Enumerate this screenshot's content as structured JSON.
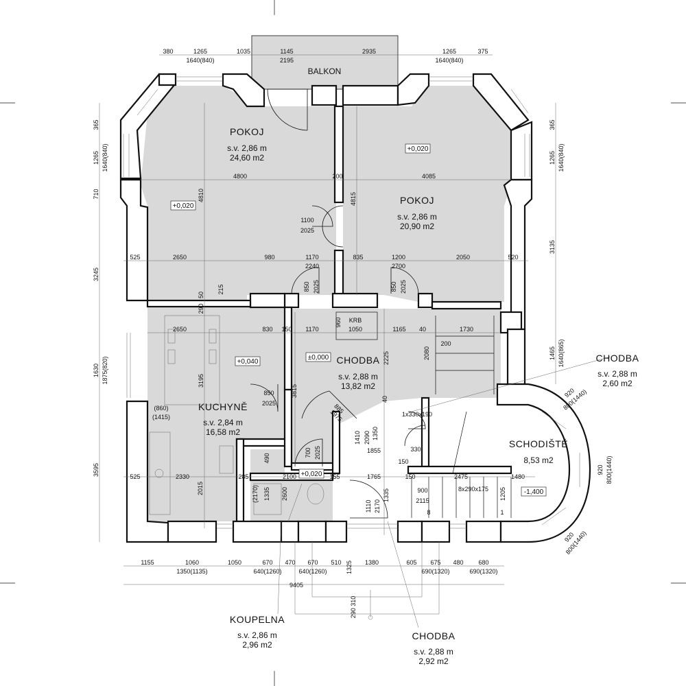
{
  "rooms": {
    "pokoj_left": {
      "name": "POKOJ",
      "height": "s.v. 2,86 m",
      "area": "24,60 m2",
      "level": "+0,020"
    },
    "pokoj_right": {
      "name": "POKOJ",
      "height": "s.v. 2,86 m",
      "area": "20,90 m2",
      "level": "+0,020"
    },
    "kuchyne": {
      "name": "KUCHYNĚ",
      "height": "s.v. 2,84 m",
      "area": "16,58 m2",
      "level": "+0,040",
      "extra1": "(860)",
      "extra2": "(1415)"
    },
    "chodba_main": {
      "name": "CHODBA",
      "height": "s.v. 2,88 m",
      "area": "13,82 m2",
      "level": "±0,000"
    },
    "schodiste": {
      "name": "SCHODIŠTĚ",
      "area": "8,53 m2",
      "level": "-1,400",
      "stairs": "8x290x175"
    },
    "koupelna_level": "+0,020",
    "balkon": "BALKON",
    "krb": "KRB"
  },
  "callouts": {
    "chodba_right": {
      "name": "CHODBA",
      "height": "s.v. 2,88 m",
      "area": "2,60 m2"
    },
    "koupelna": {
      "name": "KOUPELNA",
      "height": "s.v. 2,86 m",
      "area": "2,96 m2"
    },
    "chodba_bottom": {
      "name": "CHODBA",
      "height": "s.v. 2,88 m",
      "area": "2,92 m2"
    }
  },
  "dims_top": {
    "a": "380",
    "b": "1265",
    "b2": "1640(840)",
    "c": "1035",
    "d": "1145",
    "d2": "2195",
    "e": "2935",
    "f": "1265",
    "f2": "1640(840)",
    "g": "375"
  },
  "dims_bottom": {
    "a": "1155",
    "b": "1060",
    "b2": "1350(1135)",
    "c": "1050",
    "d": "670",
    "d2": "640(1260)",
    "e": "470",
    "f": "670",
    "f2": "640(1260)",
    "g": "510",
    "h": "1380",
    "i": "605",
    "j": "675",
    "j2": "690(1320)",
    "k": "480",
    "l": "680",
    "l2": "690(1320)",
    "total": "9405",
    "m": "1325",
    "n": "290_310"
  },
  "dims_left": {
    "a": "365",
    "b": "1265",
    "b2": "1640(840)",
    "c": "710",
    "d": "3245",
    "e": "1630",
    "e2": "1875(820)",
    "f": "3595"
  },
  "dims_right": {
    "a": "365",
    "b": "1265",
    "b2": "1640(840)",
    "c": "3135",
    "d": "1465",
    "d2": "1640(865)",
    "e": "920",
    "e2": "800(1440)",
    "f": "920",
    "f2": "800(1440)",
    "g": "920",
    "g2": "800(1440)"
  },
  "dims_inner": {
    "w4800": "4800",
    "w4085": "4085",
    "w200": "200",
    "h4810": "4810",
    "h4815": "4815",
    "d1100": "1100",
    "d2025": "2025",
    "r525": "525",
    "r2650": "2650",
    "r980": "980",
    "r1170": "1170",
    "r835": "835",
    "r1200": "1200",
    "r2050": "2050",
    "r520": "520",
    "r2240": "2240",
    "r2700": "2700",
    "d850a": "850",
    "d2025a": "2025",
    "d850b": "850",
    "d2025b": "2025",
    "k2650": "2650",
    "k830": "830",
    "k150": "150",
    "k1170": "1170",
    "k1050": "1050",
    "k1165": "1165",
    "k40": "40",
    "k1730": "1730",
    "k960": "960",
    "k200": "200",
    "k2080": "2080",
    "k2225": "2225",
    "k3195": "3195",
    "k3815": "3815",
    "k290": "290",
    "k215": "215",
    "k50": "50",
    "kd850": "850",
    "kd2025": "2025",
    "d885": "885",
    "d1975": "1975",
    "s1x330": "1x330x190",
    "s1410": "1410",
    "s2090": "2090",
    "s1350": "1350",
    "s1855": "1855",
    "s330": "330",
    "b525": "525",
    "b2330": "2330",
    "b2015": "2015",
    "b285": "285",
    "b2100": "2100",
    "b155": "155",
    "b1765": "1765",
    "b150": "150",
    "b150b": "150",
    "b2475": "2475",
    "b1480": "1480",
    "b1205": "1205",
    "b900": "900",
    "b2115": "2115",
    "b8": "8",
    "b1": "1",
    "bath490": "490",
    "bath1335": "1335",
    "bath2170": "(2170)",
    "bath2600": "2600",
    "d700": "700",
    "d2025c": "2025",
    "d1110": "1110",
    "d2170": "2170",
    "d1335": "1335",
    "w40": "40"
  }
}
